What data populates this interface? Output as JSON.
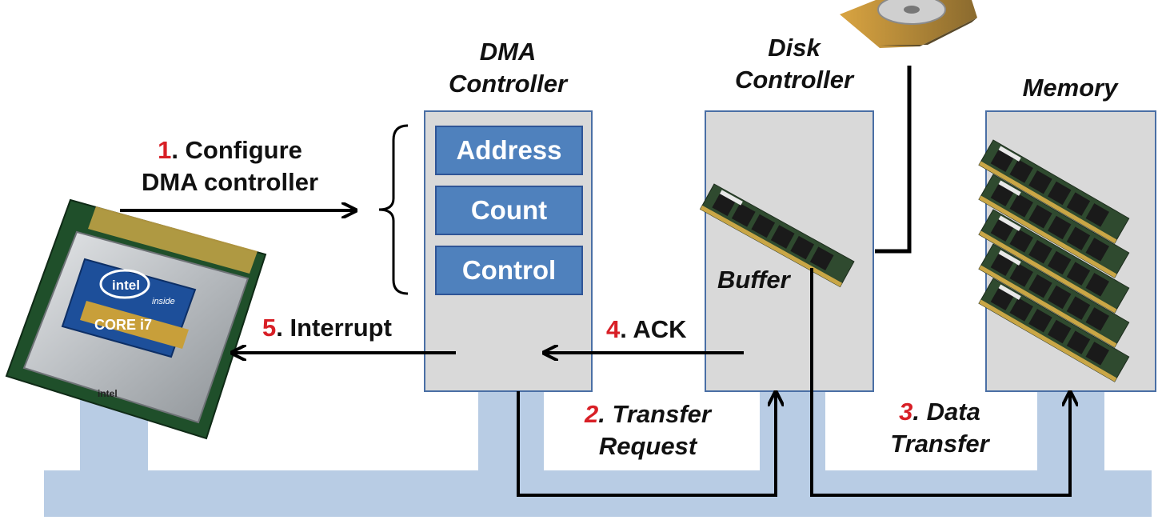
{
  "dma_controller": {
    "title_line1": "DMA",
    "title_line2": "Controller",
    "registers": [
      "Address",
      "Count",
      "Control"
    ]
  },
  "disk_controller": {
    "title_line1": "Disk",
    "title_line2": "Controller",
    "buffer_label": "Buffer"
  },
  "memory": {
    "title": "Memory"
  },
  "cpu": {
    "chip_brand": "intel",
    "chip_sub": "inside",
    "chip_model": "CORE i7",
    "heatspreader_logo": "intel"
  },
  "steps": [
    {
      "number": "1",
      "text_line1": ". Configure",
      "text_line2": "DMA controller"
    },
    {
      "number": "2",
      "text_line1": ". Transfer",
      "text_line2": "Request"
    },
    {
      "number": "3",
      "text_line1": ". Data",
      "text_line2": "Transfer"
    },
    {
      "number": "4",
      "text_line1": ". ACK"
    },
    {
      "number": "5",
      "text_line1": ". Interrupt"
    }
  ],
  "colors": {
    "bus": "#b8cce4",
    "box_fill": "#d9d9d9",
    "box_border": "#4a6fa5",
    "register": "#4f81bd",
    "step_number": "#d81f26",
    "arrow": "#000000"
  }
}
